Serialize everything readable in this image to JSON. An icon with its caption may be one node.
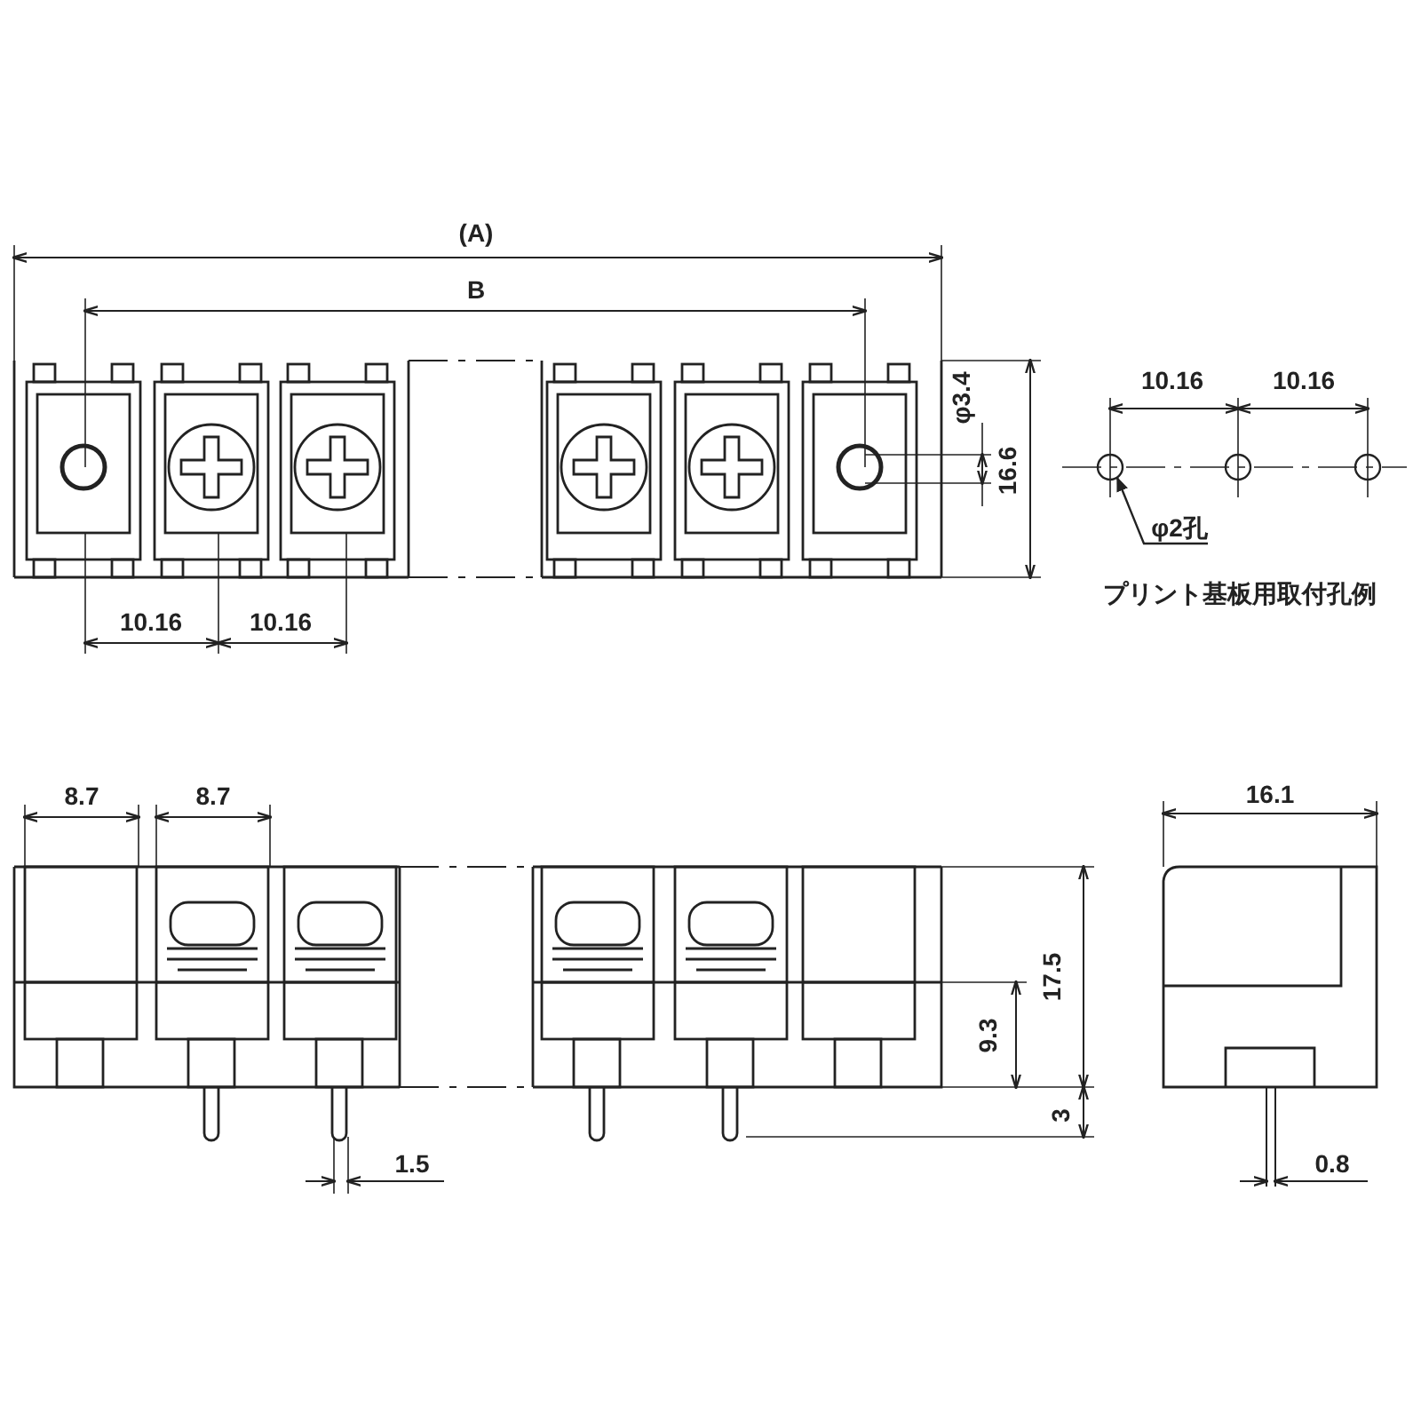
{
  "diagram": {
    "nodes": [
      {
        "text": [
          "φ2孔"
        ]
      },
      {
        "text": [],
        "shape": "circle"
      }
    ],
    "edges": [
      {
        "from": 0,
        "to": 1,
        "arrow": "to"
      }
    ],
    "labels": [
      "(A)",
      "B",
      "φ3.4",
      "16.6",
      "10.16",
      "10.16",
      "10.16",
      "10.16",
      "プリント基板用取付孔例",
      "8.7",
      "8.7",
      "16.1",
      "17.5",
      "9.3",
      "3",
      "1.5",
      "0.8"
    ]
  }
}
